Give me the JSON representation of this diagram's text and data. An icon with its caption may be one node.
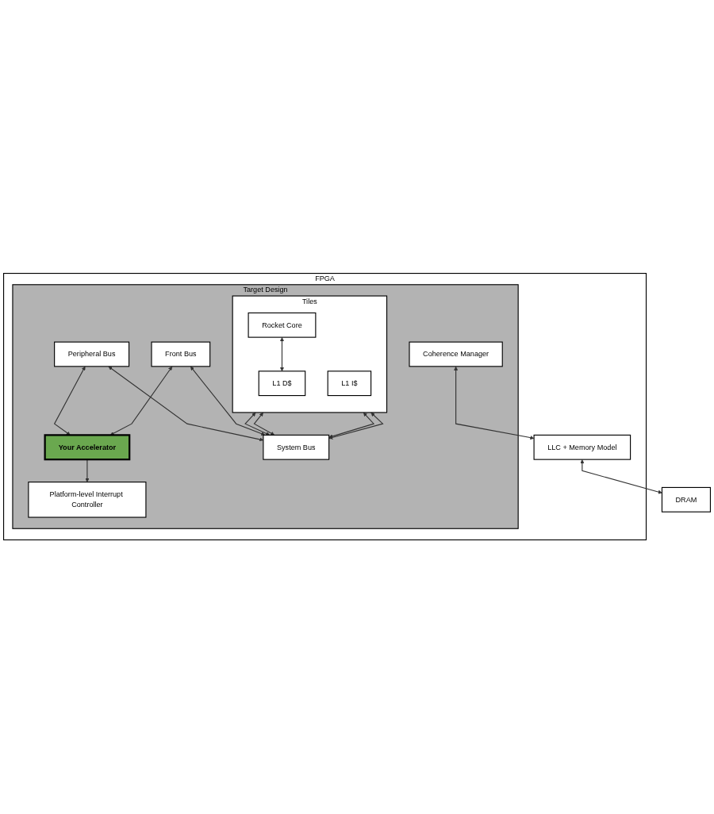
{
  "diagram": {
    "nodes": [
      {
        "text": [
          "FPGA"
        ]
      },
      {
        "text": [
          "Target Design"
        ],
        "in": 0
      },
      {
        "text": [
          "Tiles"
        ],
        "in": 1
      },
      {
        "text": [
          "Rocket Core"
        ],
        "in": 2
      },
      {
        "text": [
          "L1 D$"
        ],
        "in": 2
      },
      {
        "text": [
          "L1 I$"
        ],
        "in": 2
      },
      {
        "text": [
          "Peripheral Bus"
        ],
        "in": 1
      },
      {
        "text": [
          "Front Bus"
        ],
        "in": 1
      },
      {
        "text": [
          "Your Accelerator"
        ],
        "in": 1
      },
      {
        "text": [
          "Platform-level Interrupt Controller"
        ],
        "in": 1
      },
      {
        "text": [
          "System Bus"
        ],
        "in": 1
      },
      {
        "text": [
          "Coherence Manager"
        ],
        "in": 1
      },
      {
        "text": [
          "LLC + Memory Model"
        ],
        "in": 0
      },
      {
        "text": [
          "DRAM"
        ]
      }
    ],
    "edges": [
      {
        "from": 3,
        "to": 4,
        "arrow": "both"
      },
      {
        "from": 6,
        "to": 8,
        "arrow": "both"
      },
      {
        "from": 7,
        "to": 8,
        "arrow": "both"
      },
      {
        "from": 8,
        "to": 9,
        "arrow": "to"
      },
      {
        "from": 2,
        "to": 10,
        "arrow": "both"
      },
      {
        "from": 2,
        "to": 10,
        "arrow": "both"
      },
      {
        "from": 2,
        "to": 10,
        "arrow": "both"
      },
      {
        "from": 2,
        "to": 10,
        "arrow": "both"
      },
      {
        "from": 6,
        "to": 10,
        "arrow": "both"
      },
      {
        "from": 7,
        "to": 10,
        "arrow": "both"
      },
      {
        "from": 11,
        "to": 12,
        "arrow": "both"
      },
      {
        "from": 12,
        "to": 13,
        "arrow": "both"
      }
    ]
  }
}
